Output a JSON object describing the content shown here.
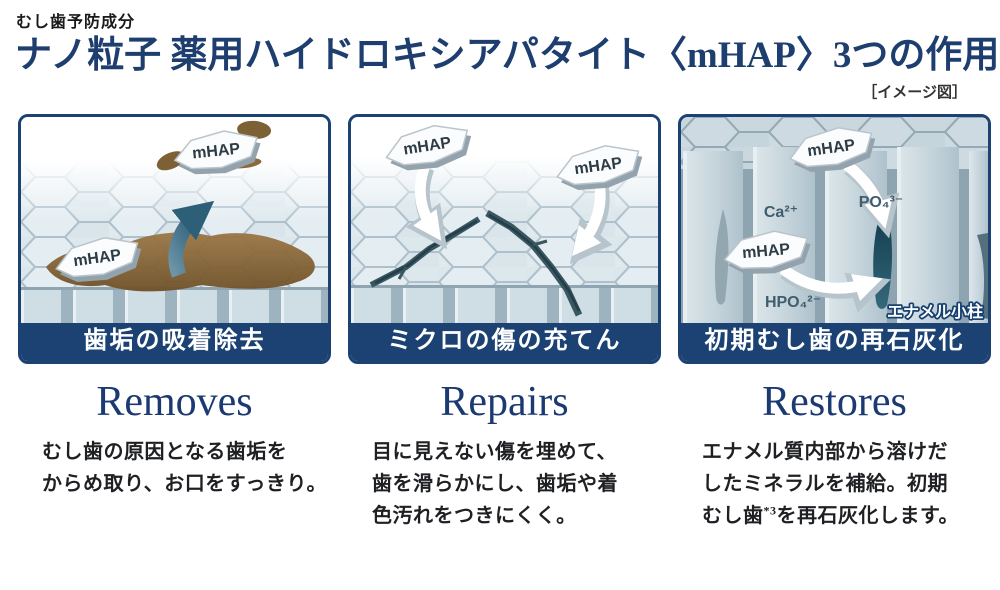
{
  "header": {
    "eyebrow": "むし歯予防成分",
    "title": "ナノ粒子 薬用ハイドロキシアパタイト〈mHAP〉3つの作用",
    "note": "［イメージ図］"
  },
  "labels": {
    "mhap": "mHAP"
  },
  "colors": {
    "navy": "#1b4273",
    "title_navy": "#1d3e6e",
    "heading_blue": "#1b3a72",
    "plaque_brown": "#8f6b3c",
    "arrow_teal": "#39708a",
    "enamel_blue": "#dfe9ee"
  },
  "panels": [
    {
      "caption": "歯垢の吸着除去",
      "heading": "Removes",
      "description": "むし歯の原因となる歯垢を\nからめ取り、お口をすっきり。"
    },
    {
      "caption": "ミクロの傷の充てん",
      "heading": "Repairs",
      "description": "目に見えない傷を埋めて、\n歯を滑らかにし、歯垢や着\n色汚れをつきにくく。"
    },
    {
      "caption": "初期むし歯の再石灰化",
      "heading": "Restores",
      "description_pre": "エナメル質内部から溶けだ\nしたミネラルを補給。初期\nむし歯",
      "description_sup": "*3",
      "description_post": "を再石灰化します。",
      "ions": {
        "ca": "Ca²⁺",
        "po4": "PO₄³⁻",
        "hpo4": "HPO₄²⁻"
      },
      "annotation": "エナメル小柱"
    }
  ]
}
